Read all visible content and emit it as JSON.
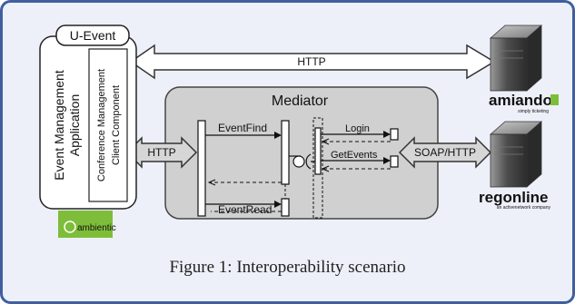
{
  "components": {
    "uevent_tab": "U-Event",
    "app_label_line1": "Event Management",
    "app_label_line2": "Application",
    "client_label_line1": "Conference Management",
    "client_label_line2": "Client Component",
    "mediator_title": "Mediator"
  },
  "arrows": {
    "top_http": "HTTP",
    "left_http": "HTTP",
    "soap_http": "SOAP/HTTP"
  },
  "messages": {
    "event_find": "EventFind",
    "event_read": "EventRead",
    "login": "Login",
    "get_events": "GetEvents"
  },
  "logos": {
    "amiando": "amiando",
    "amiando_tagline": "simply ticketing",
    "regonline": "regonline",
    "regonline_tagline": "an activenetwork company",
    "ambientic": "ambientic"
  },
  "caption": "Figure 1: Interoperability scenario",
  "colors": {
    "frame_border": "#3f5f9f",
    "frame_fill": "#edf0f8",
    "mediator_fill": "#d0d0d0",
    "arrow_fill": "#d6d6d6",
    "amiando_red": "#c8102e",
    "regonline_red": "#d6283c",
    "ambientic_green": "#7dbd3a"
  }
}
